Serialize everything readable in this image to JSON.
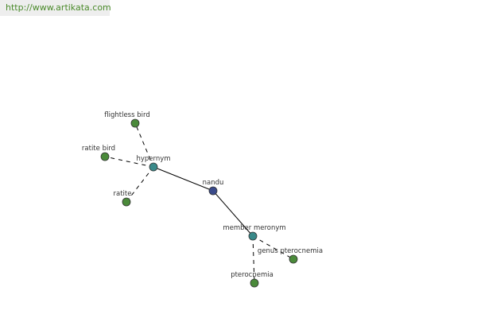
{
  "watermark": "http://www.artikata.com",
  "colors": {
    "center": "#3a4a8a",
    "relation": "#3a8a8a",
    "leaf": "#4a8a3a"
  },
  "nodes": {
    "nandu": "nandu",
    "hypernym": "hypernym",
    "member_meronym": "member meronym",
    "flightless_bird": "flightless bird",
    "ratite_bird": "ratite bird",
    "ratite": "ratite",
    "genus_pterocnemia": "genus pterocnemia",
    "pterocnemia": "pterocnemia"
  }
}
